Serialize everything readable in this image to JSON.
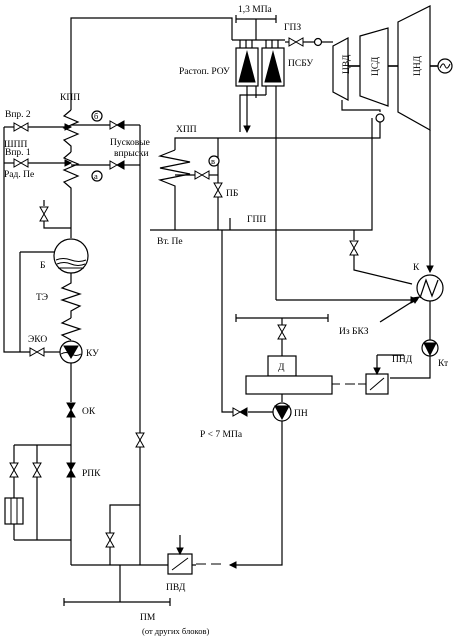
{
  "labels": {
    "pressure_top": "1,3 МПа",
    "gpz": "ГПЗ",
    "rostop_rou": "Растоп. РОУ",
    "psbu": "ПСБУ",
    "cvd": "ЦВД",
    "csd": "ЦСД",
    "cnd": "ЦНД",
    "kpp": "КПП",
    "vpr2": "Впр. 2",
    "shpp": "ШПП",
    "vpr1": "Впр. 1",
    "rad_pe": "Рад. Пе",
    "marker_b": "б",
    "marker_a": "а",
    "marker_v": "в",
    "puskovye": "Пусковые",
    "vpryski": "впрыски",
    "hpp": "ХПП",
    "pb": "ПБ",
    "gpp": "ГПП",
    "vt_pe": "Вт. Пе",
    "b": "Б",
    "te": "ТЭ",
    "eko": "ЭКО",
    "ku": "КУ",
    "ok": "ОК",
    "rpk": "РПК",
    "k": "К",
    "iz_bkz": "Из БКЗ",
    "pnd": "ПНД",
    "kt": "Кт",
    "d": "Д",
    "pn": "ПН",
    "p_less": "Р < 7 МПа",
    "pvd": "ПВД",
    "pm": "ПМ",
    "ot_drugih": "(от других блоков)"
  }
}
